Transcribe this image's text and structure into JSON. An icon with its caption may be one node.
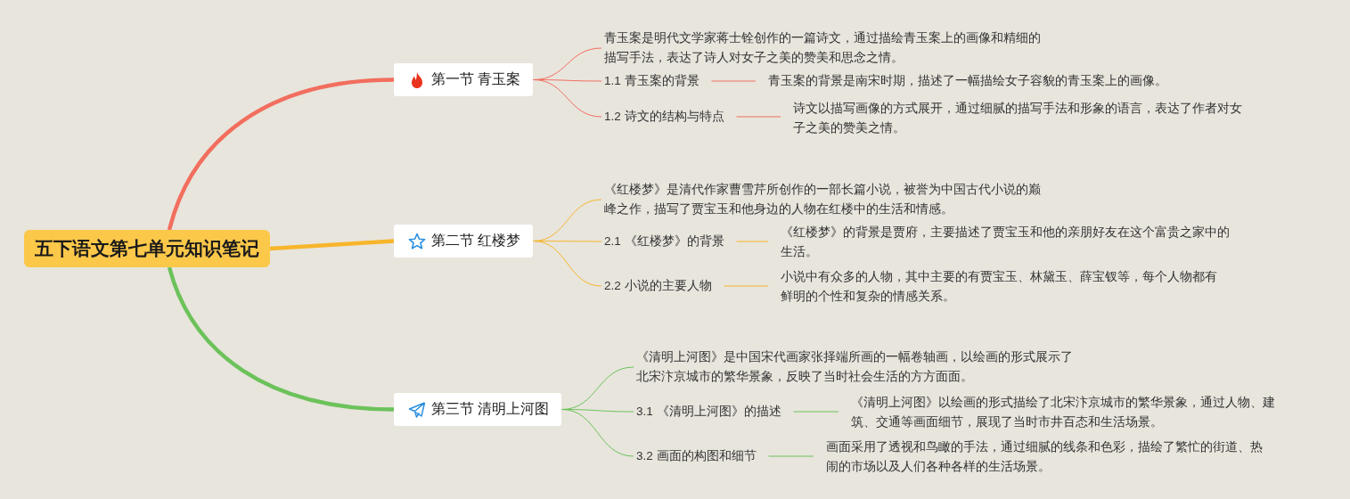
{
  "diagram": {
    "nodes": [
      {
        "text": [
          "五下语文第七单元知识笔记"
        ]
      },
      {
        "text": [
          "第一节 青玉案"
        ]
      },
      {
        "text": [
          "青玉案是明代文学家蒋士铨创作的一篇诗文，通过描绘青玉案上的画像和精细的描写手法，表达了诗人对女子之美的赞美和思念之情。"
        ]
      },
      {
        "text": [
          "1.1 青玉案的背景"
        ]
      },
      {
        "text": [
          "青玉案的背景是南宋时期，描述了一幅描绘女子容貌的青玉案上的画像。"
        ]
      },
      {
        "text": [
          "1.2 诗文的结构与特点"
        ]
      },
      {
        "text": [
          "诗文以描写画像的方式展开，通过细腻的描写手法和形象的语言，表达了作者对女子之美的赞美之情。"
        ]
      },
      {
        "text": [
          "第二节 红楼梦"
        ]
      },
      {
        "text": [
          "《红楼梦》是清代作家曹雪芹所创作的一部长篇小说，被誉为中国古代小说的巅峰之作，描写了贾宝玉和他身边的人物在红楼中的生活和情感。"
        ]
      },
      {
        "text": [
          "2.1 《红楼梦》的背景"
        ]
      },
      {
        "text": [
          "《红楼梦》的背景是贾府，主要描述了贾宝玉和他的亲朋好友在这个富贵之家中的生活。"
        ]
      },
      {
        "text": [
          "2.2 小说的主要人物"
        ]
      },
      {
        "text": [
          "小说中有众多的人物，其中主要的有贾宝玉、林黛玉、薛宝钗等，每个人物都有鲜明的个性和复杂的情感关系。"
        ]
      },
      {
        "text": [
          "第三节 清明上河图"
        ]
      },
      {
        "text": [
          "《清明上河图》是中国宋代画家张择端所画的一幅卷轴画，以绘画的形式展示了北宋汴京城市的繁华景象，反映了当时社会生活的方方面面。"
        ]
      },
      {
        "text": [
          "3.1 《清明上河图》的描述"
        ]
      },
      {
        "text": [
          "《清明上河图》以绘画的形式描绘了北宋汴京城市的繁华景象，通过人物、建筑、交通等画面细节，展现了当时市井百态和生活场景。"
        ]
      },
      {
        "text": [
          "3.2 画面的构图和细节"
        ]
      },
      {
        "text": [
          "画面采用了透视和鸟瞰的手法，通过细腻的线条和色彩，描绘了繁忙的街道、热闹的市场以及人们各种各样的生活场景。"
        ]
      }
    ],
    "edges": [
      {
        "from": 0,
        "to": 1,
        "arrow": "none",
        "style": "thick",
        "color": "#f26e5e"
      },
      {
        "from": 0,
        "to": 7,
        "arrow": "none",
        "style": "thick",
        "color": "#f7b52b"
      },
      {
        "from": 0,
        "to": 13,
        "arrow": "none",
        "style": "thick",
        "color": "#6cc25a"
      },
      {
        "from": 1,
        "to": 2,
        "arrow": "none",
        "color": "#f26e5e"
      },
      {
        "from": 1,
        "to": 3,
        "arrow": "none",
        "color": "#f26e5e"
      },
      {
        "from": 1,
        "to": 5,
        "arrow": "none",
        "color": "#f26e5e"
      },
      {
        "from": 3,
        "to": 4,
        "arrow": "none",
        "color": "#f26e5e"
      },
      {
        "from": 5,
        "to": 6,
        "arrow": "none",
        "color": "#f26e5e"
      },
      {
        "from": 7,
        "to": 8,
        "arrow": "none",
        "color": "#f7b52b"
      },
      {
        "from": 7,
        "to": 9,
        "arrow": "none",
        "color": "#f7b52b"
      },
      {
        "from": 7,
        "to": 11,
        "arrow": "none",
        "color": "#f7b52b"
      },
      {
        "from": 9,
        "to": 10,
        "arrow": "none",
        "color": "#f7b52b"
      },
      {
        "from": 11,
        "to": 12,
        "arrow": "none",
        "color": "#f7b52b"
      },
      {
        "from": 13,
        "to": 14,
        "arrow": "none",
        "color": "#6cc25a"
      },
      {
        "from": 13,
        "to": 15,
        "arrow": "none",
        "color": "#6cc25a"
      },
      {
        "from": 13,
        "to": 17,
        "arrow": "none",
        "color": "#6cc25a"
      },
      {
        "from": 15,
        "to": 16,
        "arrow": "none",
        "color": "#6cc25a"
      },
      {
        "from": 17,
        "to": 18,
        "arrow": "none",
        "color": "#6cc25a"
      }
    ]
  }
}
